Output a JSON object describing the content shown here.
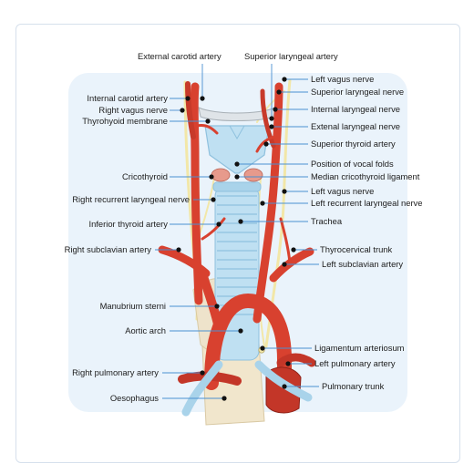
{
  "labels": {
    "external_carotid_artery": "External carotid artery",
    "superior_laryngeal_artery": "Superior laryngeal artery",
    "left_vagus_nerve_top": "Left vagus nerve",
    "superior_laryngeal_nerve": "Superior laryngeal nerve",
    "internal_carotid_artery": "Internal carotid artery",
    "internal_laryngeal_nerve": "Internal laryngeal nerve",
    "right_vagus_nerve": "Right vagus nerve",
    "thyrohyoid_membrane": "Thyrohyoid membrane",
    "extenal_laryngeal_nerve": "Extenal laryngeal nerve",
    "superior_thyroid_artery": "Superior thyroid artery",
    "position_of_vocal_folds": "Position of vocal folds",
    "cricothyroid": "Cricothyroid",
    "median_cricothyroid_ligament": "Median cricothyroid ligament",
    "left_vagus_nerve_mid": "Left vagus nerve",
    "right_recurrent_laryngeal_nerve": "Right recurrent laryngeal nerve",
    "left_recurrent_laryngeal_nerve": "Left recurrent laryngeal nerve",
    "inferior_thyroid_artery": "Inferior thyroid artery",
    "trachea": "Trachea",
    "right_subclavian_artery": "Right subclavian artery",
    "thyrocervical_trunk": "Thyrocervical trunk",
    "left_subclavian_artery": "Left subclavian artery",
    "manubrium_sterni": "Manubrium sterni",
    "aortic_arch": "Aortic arch",
    "ligamentum_arteriosum": "Ligamentum arteriosum",
    "left_pulmonary_artery": "Left pulmonary artery",
    "right_pulmonary_artery": "Right pulmonary artery",
    "pulmonary_trunk": "Pulmonary trunk",
    "oesophagus": "Oesophagus"
  },
  "colors": {
    "artery": "#d8412f",
    "artery_dark": "#a72a1f",
    "nerve": "#f2e7a8",
    "cartilage": "#bfe0f2",
    "cartilage_dark": "#8fc1de",
    "sternum": "#efe2c6",
    "leader": "#4a90d0",
    "panel": "#eaf3fb"
  }
}
